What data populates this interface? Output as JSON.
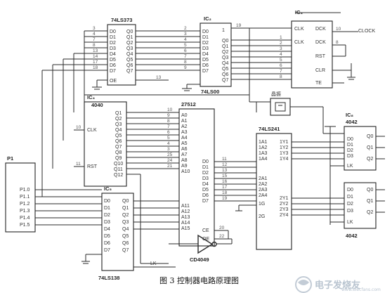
{
  "caption": "图 3   控制器电路原理图",
  "watermark": {
    "title": "电子发烧友",
    "url": "www.elecfans.com"
  },
  "chips": {
    "latch_top": "74LS373",
    "mux_top": "74LS00",
    "counter_left": "4040",
    "eprom": "27512",
    "decoder_bottom": "74LS138",
    "buffer": "74LS241",
    "osc": "晶振",
    "inverter": "CD4049",
    "ff_right_top": "4042",
    "ff_right_bottom": "4042"
  },
  "signals": {
    "clk_out": "CLOCK",
    "port": "P1",
    "lk": "LK"
  },
  "colors": {
    "line": "#2a2a2a",
    "background": "#ffffff",
    "watermark": "#b9c4d0"
  }
}
